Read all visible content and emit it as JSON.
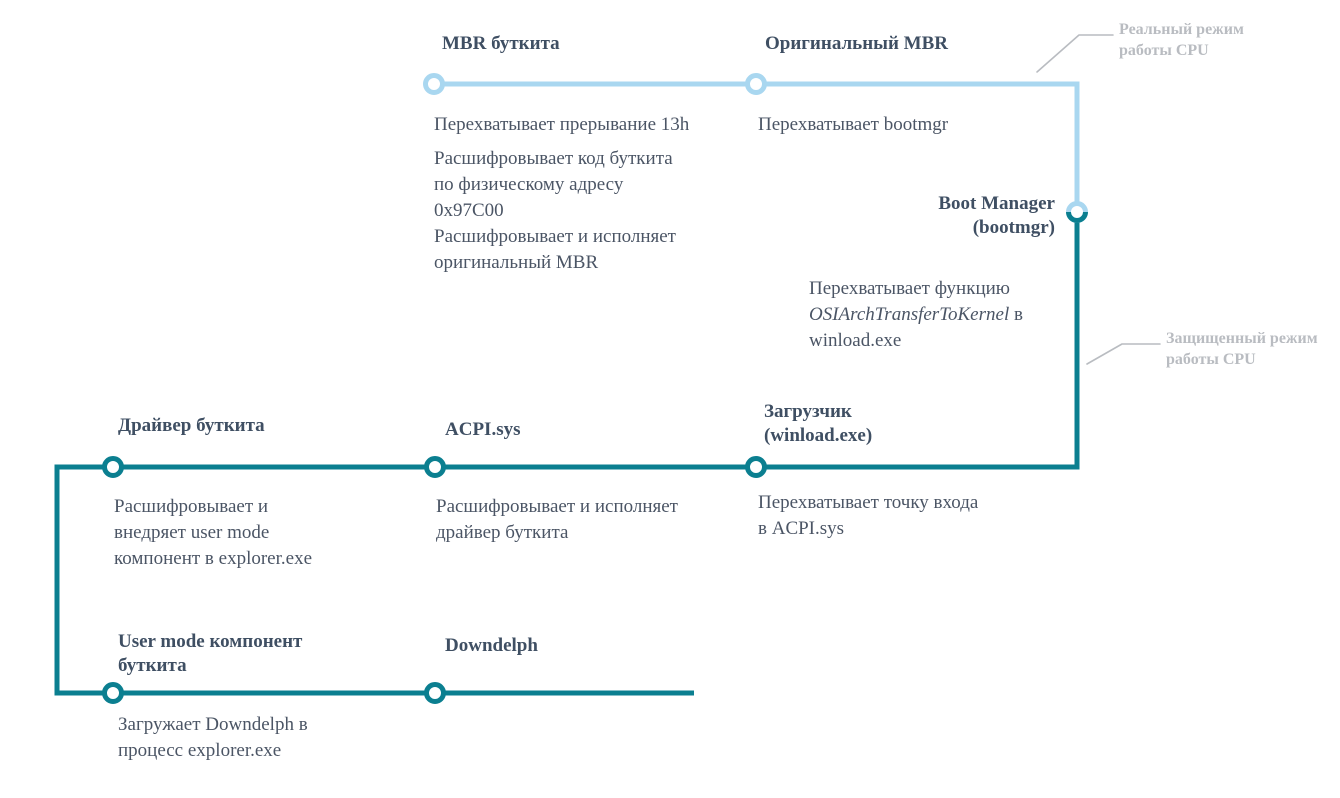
{
  "diagram": {
    "title_color": "#3f4f63",
    "body_color": "#4b5565",
    "real_mode_color": "#a9d7f0",
    "protected_mode_color": "#0b7f90",
    "mode_label_color": "#b9bcc1",
    "stages": [
      {
        "id": "mbr-bootkit",
        "title": "MBR буткита",
        "descriptions": [
          "Перехватывает прерывание 13h",
          "Расшифровывает код буткита\nпо физическому адресу\n0x97C00",
          "Расшифровывает и исполняет\nоригинальный MBR"
        ]
      },
      {
        "id": "original-mbr",
        "title": "Оригинальный MBR",
        "descriptions": [
          "Перехватывает bootmgr"
        ]
      },
      {
        "id": "boot-manager",
        "title": "Boot Manager\n(bootmgr)",
        "descriptions": [
          "Перехватывает функцию",
          "OSIArchTransferToKernel",
          " в",
          "winload.exe"
        ],
        "description_prefix": "Перехватывает функцию\n",
        "description_italic": "OSIArchTransferToKernel",
        "description_suffix": " в\nwinload.exe"
      },
      {
        "id": "winload",
        "title": "Загрузчик\n(winload.exe)",
        "descriptions": [
          "Перехватывает точку входа\nв ACPI.sys"
        ]
      },
      {
        "id": "acpi-sys",
        "title": "ACPI.sys",
        "descriptions": [
          "Расшифровывает и исполняет\nдрайвер буткита"
        ]
      },
      {
        "id": "bootkit-driver",
        "title": "Драйвер буткита",
        "descriptions": [
          "Расшифровывает и\nвнедряет user mode\nкомпонент в explorer.exe"
        ]
      },
      {
        "id": "user-mode-component",
        "title": "User mode компонент\nбуткита",
        "descriptions": [
          "Загружает Downdelph в\nпроцесс explorer.exe"
        ]
      },
      {
        "id": "downdelph",
        "title": "Downdelph",
        "descriptions": []
      }
    ],
    "mode_labels": [
      {
        "id": "real-mode",
        "text": "Реальный режим\nработы CPU"
      },
      {
        "id": "protected-mode",
        "text": "Защищенный режим\nработы CPU"
      }
    ]
  }
}
